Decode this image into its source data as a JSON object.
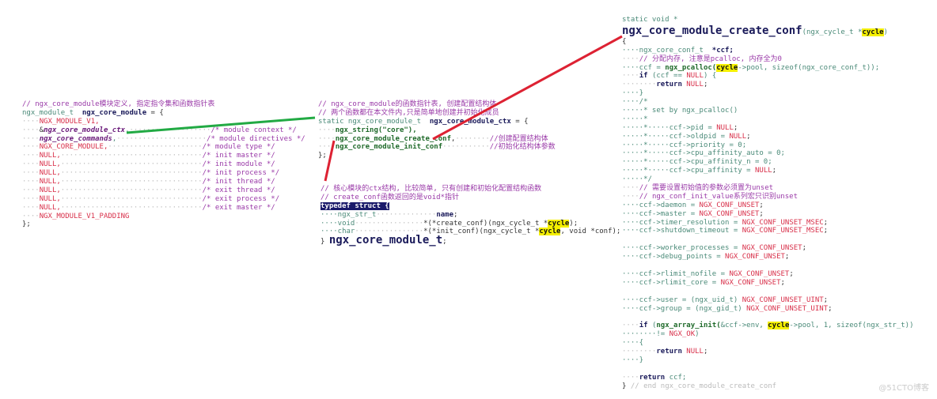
{
  "colors": {
    "comment": "#9a3aa8",
    "keyword": "#1a1a5a",
    "macro": "#d8304a",
    "type": "#4a8a78",
    "highlight": "#f5f000",
    "green_arrow": "#22aa44",
    "red_arrow": "#dd2233"
  },
  "blocks": {
    "left": [
      [
        [
          "// ngx_core_module模块定义, 指定指令集和函数指针表",
          "c"
        ]
      ],
      [
        [
          "ngx_module_t  ",
          "t"
        ],
        [
          "ngx_core_module",
          "k"
        ],
        [
          " = {",
          "s"
        ]
      ],
      [
        [
          "····",
          "d"
        ],
        [
          "NGX_MODULE_V1,",
          "m"
        ]
      ],
      [
        [
          "····",
          "d"
        ],
        [
          "&",
          "s"
        ],
        [
          "ngx_core_module_ctx",
          "i"
        ],
        [
          ",",
          ""
        ],
        [
          "···················",
          "d"
        ],
        [
          "/* module context */",
          "c"
        ]
      ],
      [
        [
          "····",
          "d"
        ],
        [
          "ngx_core_commands",
          "i"
        ],
        [
          ",",
          ""
        ],
        [
          "·····················",
          "d"
        ],
        [
          "/* module directives */",
          "c"
        ]
      ],
      [
        [
          "····",
          "d"
        ],
        [
          "NGX_CORE_MODULE,",
          "m"
        ],
        [
          "······················",
          "d"
        ],
        [
          "/* module type */",
          "c"
        ]
      ],
      [
        [
          "····",
          "d"
        ],
        [
          "NULL,",
          "m"
        ],
        [
          "·································",
          "d"
        ],
        [
          "/* init master */",
          "c"
        ]
      ],
      [
        [
          "····",
          "d"
        ],
        [
          "NULL,",
          "m"
        ],
        [
          "·································",
          "d"
        ],
        [
          "/* init module */",
          "c"
        ]
      ],
      [
        [
          "····",
          "d"
        ],
        [
          "NULL,",
          "m"
        ],
        [
          "·································",
          "d"
        ],
        [
          "/* init process */",
          "c"
        ]
      ],
      [
        [
          "····",
          "d"
        ],
        [
          "NULL,",
          "m"
        ],
        [
          "·································",
          "d"
        ],
        [
          "/* init thread */",
          "c"
        ]
      ],
      [
        [
          "····",
          "d"
        ],
        [
          "NULL,",
          "m"
        ],
        [
          "·································",
          "d"
        ],
        [
          "/* exit thread */",
          "c"
        ]
      ],
      [
        [
          "····",
          "d"
        ],
        [
          "NULL,",
          "m"
        ],
        [
          "·································",
          "d"
        ],
        [
          "/* exit process */",
          "c"
        ]
      ],
      [
        [
          "····",
          "d"
        ],
        [
          "NULL,",
          "m"
        ],
        [
          "·································",
          "d"
        ],
        [
          "/* exit master */",
          "c"
        ]
      ],
      [
        [
          "····",
          "d"
        ],
        [
          "NGX_MODULE_V1_PADDING",
          "m"
        ]
      ],
      [
        [
          "};",
          "s"
        ]
      ]
    ],
    "mid": [
      [
        [
          "// ngx_core_module的函数指针表, 创建配置结构体",
          "c"
        ]
      ],
      [
        [
          "// 两个函数都在本文件内,只是简单地创建并初始化成员",
          "c"
        ]
      ],
      [
        [
          "static ngx_core_module_t  ",
          "t"
        ],
        [
          "ngx_core_module_ctx",
          "k"
        ],
        [
          " = {",
          "s"
        ]
      ],
      [
        [
          "····",
          "d"
        ],
        [
          "ngx_string(\"core\"),",
          "f"
        ]
      ],
      [
        [
          "····",
          "d"
        ],
        [
          "ngx_core_module_create_conf",
          "f"
        ],
        [
          ",",
          "s"
        ],
        [
          "········",
          "d"
        ],
        [
          "//创建配置结构体",
          "c"
        ]
      ],
      [
        [
          "····",
          "d"
        ],
        [
          "ngx_core_module_init_conf",
          "f"
        ],
        [
          "···········",
          "d"
        ],
        [
          "//初始化结构体参数",
          "c"
        ]
      ],
      [
        [
          "};",
          "s"
        ]
      ]
    ],
    "mid2": [
      [
        [
          "// 核心模块的ctx结构, 比较简单, 只有创建和初始化配置结构函数",
          "c"
        ]
      ],
      [
        [
          "// create_conf函数返回的是void*指针",
          "c"
        ]
      ],
      [
        [
          "typedef struct {",
          "sel"
        ]
      ],
      [
        [
          "····ngx_str_t",
          "t"
        ],
        [
          "··············",
          "d"
        ],
        [
          "name",
          "k"
        ],
        [
          ";",
          "s"
        ]
      ],
      [
        [
          "····void",
          "t"
        ],
        [
          "················",
          "d"
        ],
        [
          "*(*create_conf)(ngx_cycle_t *",
          "s"
        ],
        [
          "cycle",
          "h"
        ],
        [
          ");",
          "s"
        ]
      ],
      [
        [
          "····char",
          "t"
        ],
        [
          "················",
          "d"
        ],
        [
          "*(*init_conf)(ngx_cycle_t *",
          "s"
        ],
        [
          "cycle",
          "h"
        ],
        [
          ", void *conf);",
          "s"
        ]
      ],
      [
        [
          "} ",
          "s"
        ],
        [
          "ngx_core_module_t",
          "big"
        ],
        [
          ";",
          "s"
        ]
      ]
    ],
    "right": [
      [
        [
          "static void *",
          "t"
        ]
      ],
      [
        [
          "ngx_core_module_create_conf",
          "big"
        ],
        [
          "(ngx_cycle_t *",
          "t"
        ],
        [
          "cycle",
          "h"
        ],
        [
          ")",
          "t"
        ]
      ],
      [
        [
          "{",
          "s"
        ]
      ],
      [
        [
          "····ngx_core_conf_t  ",
          "t"
        ],
        [
          "*ccf;",
          "k"
        ]
      ],
      [
        [
          "····",
          "d"
        ],
        [
          "// 分配内存, 注意是pcalloc, 内存全为0",
          "c"
        ]
      ],
      [
        [
          "····ccf = ",
          "t"
        ],
        [
          "ngx_pcalloc(",
          "f"
        ],
        [
          "cycle",
          "h"
        ],
        [
          "->pool, sizeof(ngx_core_conf_t));",
          "t"
        ]
      ],
      [
        [
          "····",
          "d"
        ],
        [
          "if",
          "k"
        ],
        [
          " (ccf == ",
          "t"
        ],
        [
          "NULL",
          "m"
        ],
        [
          ") {",
          "t"
        ]
      ],
      [
        [
          "········",
          "d"
        ],
        [
          "return ",
          "k"
        ],
        [
          "NULL",
          "m"
        ],
        [
          ";",
          "s"
        ]
      ],
      [
        [
          "····}",
          "t"
        ]
      ],
      [
        [
          "····/*",
          "t"
        ]
      ],
      [
        [
          "·····* set by ngx_pcalloc()",
          "t"
        ]
      ],
      [
        [
          "·····*",
          "t"
        ]
      ],
      [
        [
          "·····*·····ccf->pid = ",
          "t"
        ],
        [
          "NULL",
          "m"
        ],
        [
          ";",
          "s"
        ]
      ],
      [
        [
          "·····*·····ccf->oldpid = ",
          "t"
        ],
        [
          "NULL",
          "m"
        ],
        [
          ";",
          "s"
        ]
      ],
      [
        [
          "·····*·····ccf->priority = 0;",
          "t"
        ]
      ],
      [
        [
          "·····*·····ccf->cpu_affinity_auto = 0;",
          "t"
        ]
      ],
      [
        [
          "·····*·····ccf->cpu_affinity_n = 0;",
          "t"
        ]
      ],
      [
        [
          "·····*·····ccf->cpu_affinity = ",
          "t"
        ],
        [
          "NULL",
          "m"
        ],
        [
          ";",
          "s"
        ]
      ],
      [
        [
          "·····*/",
          "t"
        ]
      ],
      [
        [
          "····",
          "d"
        ],
        [
          "// 需要设置初始值的参数必须置为unset",
          "c"
        ]
      ],
      [
        [
          "····",
          "d"
        ],
        [
          "// ngx_conf_init_value系列宏只识别unset",
          "c"
        ]
      ],
      [
        [
          "····ccf->daemon = ",
          "t"
        ],
        [
          "NGX_CONF_UNSET",
          "m"
        ],
        [
          ";",
          "s"
        ]
      ],
      [
        [
          "····ccf->master = ",
          "t"
        ],
        [
          "NGX_CONF_UNSET",
          "m"
        ],
        [
          ";",
          "s"
        ]
      ],
      [
        [
          "····ccf->timer_resolution = ",
          "t"
        ],
        [
          "NGX_CONF_UNSET_MSEC",
          "m"
        ],
        [
          ";",
          "s"
        ]
      ],
      [
        [
          "····ccf->shutdown_timeout = ",
          "t"
        ],
        [
          "NGX_CONF_UNSET_MSEC",
          "m"
        ],
        [
          ";",
          "s"
        ]
      ],
      [],
      [
        [
          "····ccf->worker_processes = ",
          "t"
        ],
        [
          "NGX_CONF_UNSET",
          "m"
        ],
        [
          ";",
          "s"
        ]
      ],
      [
        [
          "····ccf->debug_points = ",
          "t"
        ],
        [
          "NGX_CONF_UNSET",
          "m"
        ],
        [
          ";",
          "s"
        ]
      ],
      [],
      [
        [
          "····ccf->rlimit_nofile = ",
          "t"
        ],
        [
          "NGX_CONF_UNSET",
          "m"
        ],
        [
          ";",
          "s"
        ]
      ],
      [
        [
          "····ccf->rlimit_core = ",
          "t"
        ],
        [
          "NGX_CONF_UNSET",
          "m"
        ],
        [
          ";",
          "s"
        ]
      ],
      [],
      [
        [
          "····ccf->user = (ngx_uid_t) ",
          "t"
        ],
        [
          "NGX_CONF_UNSET_UINT",
          "m"
        ],
        [
          ";",
          "s"
        ]
      ],
      [
        [
          "····ccf->group = (ngx_gid_t) ",
          "t"
        ],
        [
          "NGX_CONF_UNSET_UINT",
          "m"
        ],
        [
          ";",
          "s"
        ]
      ],
      [],
      [
        [
          "····",
          "d"
        ],
        [
          "if",
          "k"
        ],
        [
          " (",
          "t"
        ],
        [
          "ngx_array_init(",
          "f"
        ],
        [
          "&ccf->env, ",
          "t"
        ],
        [
          "cycle",
          "h"
        ],
        [
          "->pool, 1, sizeof(ngx_str_t))",
          "t"
        ]
      ],
      [
        [
          "········!= ",
          "t"
        ],
        [
          "NGX_OK",
          "m"
        ],
        [
          ")",
          "t"
        ]
      ],
      [
        [
          "····{",
          "t"
        ]
      ],
      [
        [
          "········",
          "d"
        ],
        [
          "return ",
          "k"
        ],
        [
          "NULL",
          "m"
        ],
        [
          ";",
          "s"
        ]
      ],
      [
        [
          "····}",
          "t"
        ]
      ],
      [],
      [
        [
          "····",
          "d"
        ],
        [
          "return ",
          "k"
        ],
        [
          "ccf;",
          "t"
        ]
      ],
      [
        [
          "} ",
          "s"
        ],
        [
          "// end ngx_core_module_create_conf",
          "d"
        ]
      ]
    ]
  },
  "watermark": "@51CTO博客"
}
